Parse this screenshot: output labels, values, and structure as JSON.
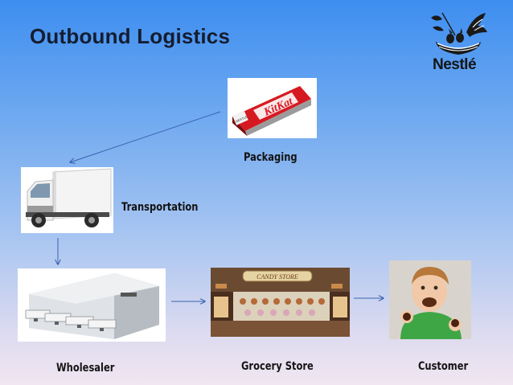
{
  "slide": {
    "title": "Outbound Logistics"
  },
  "logo": {
    "wordmark": "Nestlé"
  },
  "diagram": {
    "nodes": [
      {
        "id": "packaging",
        "label": "Packaging",
        "image": "kitkat-wrapper"
      },
      {
        "id": "transportation",
        "label": "Transportation",
        "image": "delivery-truck"
      },
      {
        "id": "wholesaler",
        "label": "Wholesaler",
        "image": "warehouse"
      },
      {
        "id": "grocery",
        "label": "Grocery Store",
        "image": "candy-store",
        "sign": "CANDY STORE"
      },
      {
        "id": "customer",
        "label": "Customer",
        "image": "child-eating-chocolate"
      }
    ],
    "edges": [
      {
        "from": "packaging",
        "to": "transportation"
      },
      {
        "from": "transportation",
        "to": "wholesaler"
      },
      {
        "from": "wholesaler",
        "to": "grocery"
      },
      {
        "from": "grocery",
        "to": "customer"
      }
    ]
  },
  "packaging_image": {
    "wrapper_text": "KitKat",
    "badge_text": "NESTLE"
  },
  "colors": {
    "background_top": "#3d8ef0",
    "background_bottom": "#f1e6f1",
    "arrow": "#3b63b0",
    "title": "#141d30"
  }
}
